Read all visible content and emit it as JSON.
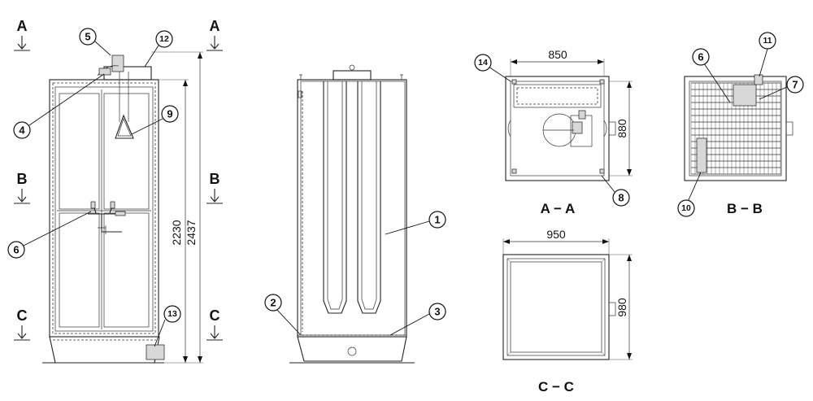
{
  "balloons": {
    "b1": "1",
    "b2": "2",
    "b3": "3",
    "b4": "4",
    "b5": "5",
    "b6": "6",
    "b6b": "6",
    "b7": "7",
    "b8": "8",
    "b9": "9",
    "b10": "10",
    "b11": "11",
    "b12": "12",
    "b13": "13",
    "b14": "14"
  },
  "cut_marks": {
    "a": "A",
    "b": "B",
    "c": "C"
  },
  "dimensions": {
    "front_height_body": "2230",
    "front_height_total": "2437",
    "aa_width": "850",
    "aa_depth": "880",
    "cc_width": "950",
    "cc_depth": "980"
  },
  "section_labels": {
    "aa": "A − A",
    "bb": "B − B",
    "cc": "C − C"
  }
}
